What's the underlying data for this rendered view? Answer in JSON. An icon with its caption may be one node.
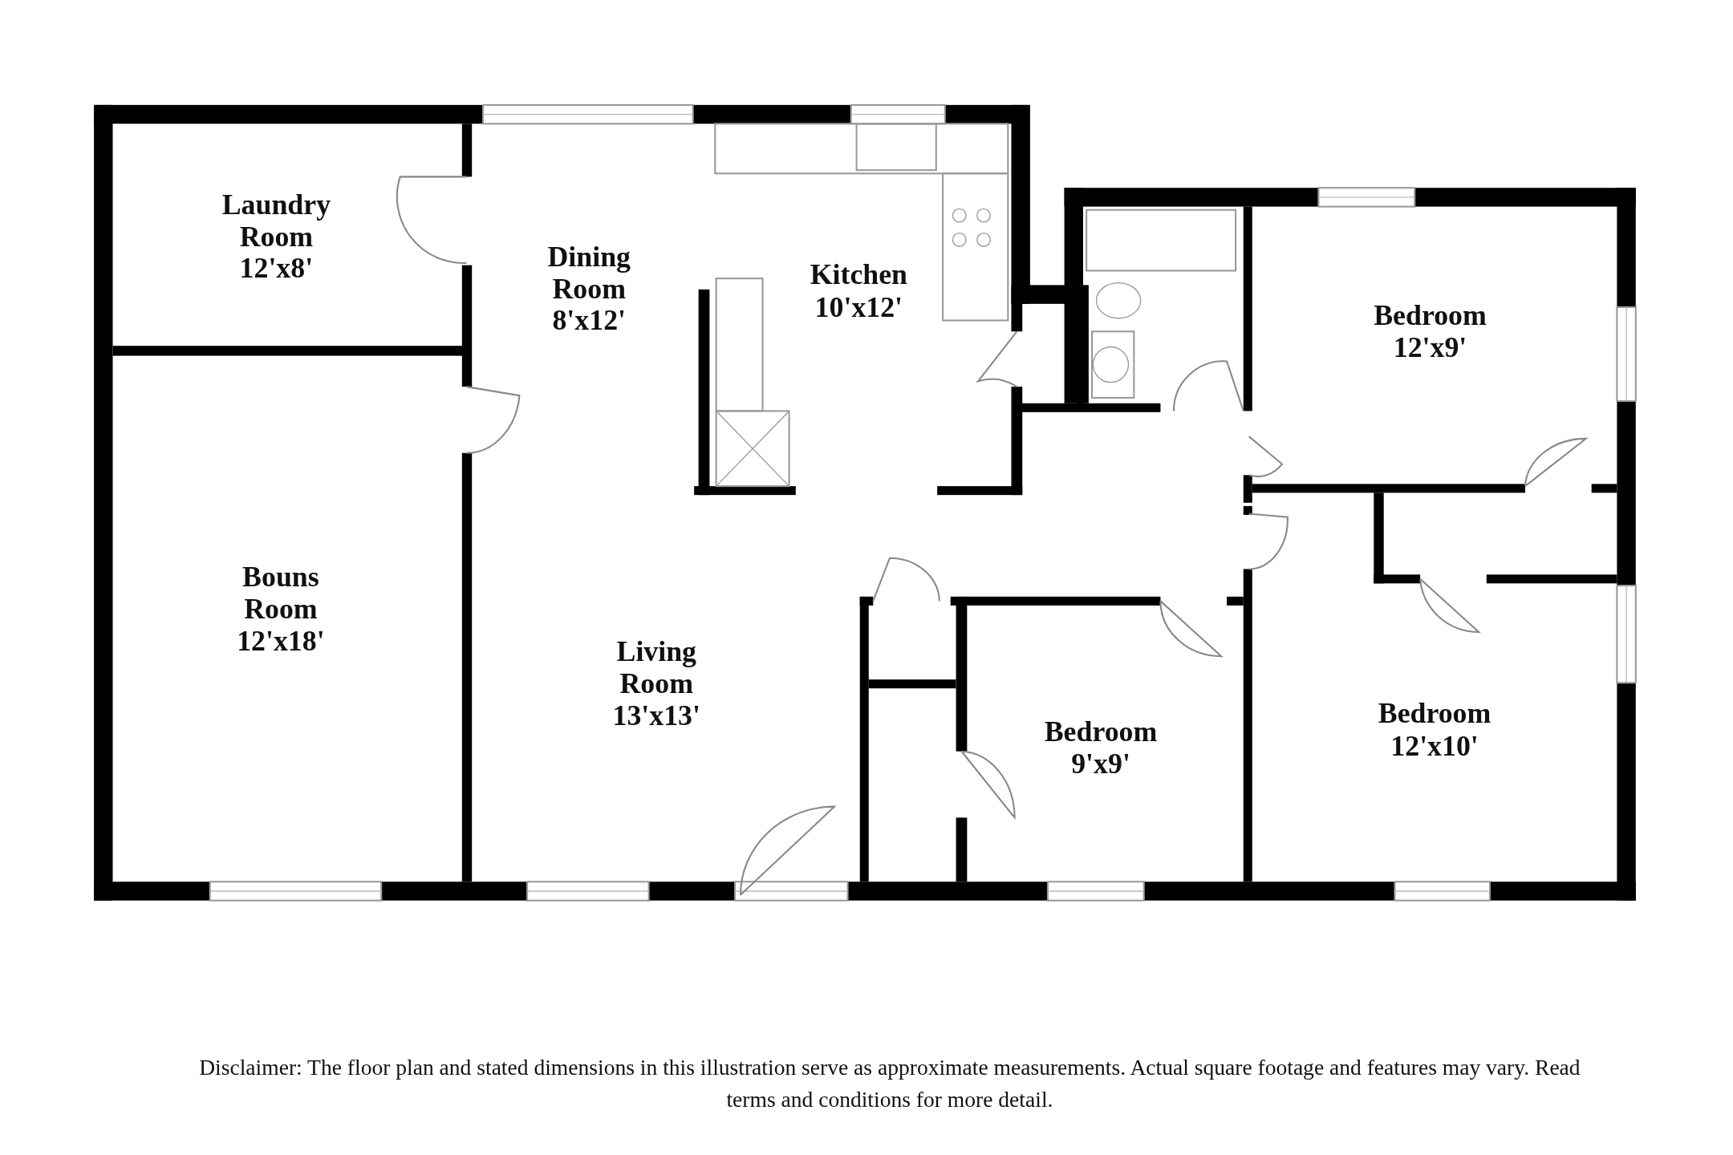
{
  "diagram": {
    "caption": "Disclaimer: The floor plan and stated dimensions in this illustration serve as approximate measurements. Actual square footage and features may vary. Read terms and conditions for more detail.",
    "labels": [
      "Laundry Room",
      "12'x8'",
      "Dining Room",
      "8'x12'",
      "Kitchen",
      "10'x12'",
      "Bedroom",
      "12'x9'",
      "Bouns Room",
      "12'x18'",
      "Living Room",
      "13'x13'",
      "Bedroom",
      "9'x9'",
      "Bedroom",
      "12'x10'"
    ]
  }
}
